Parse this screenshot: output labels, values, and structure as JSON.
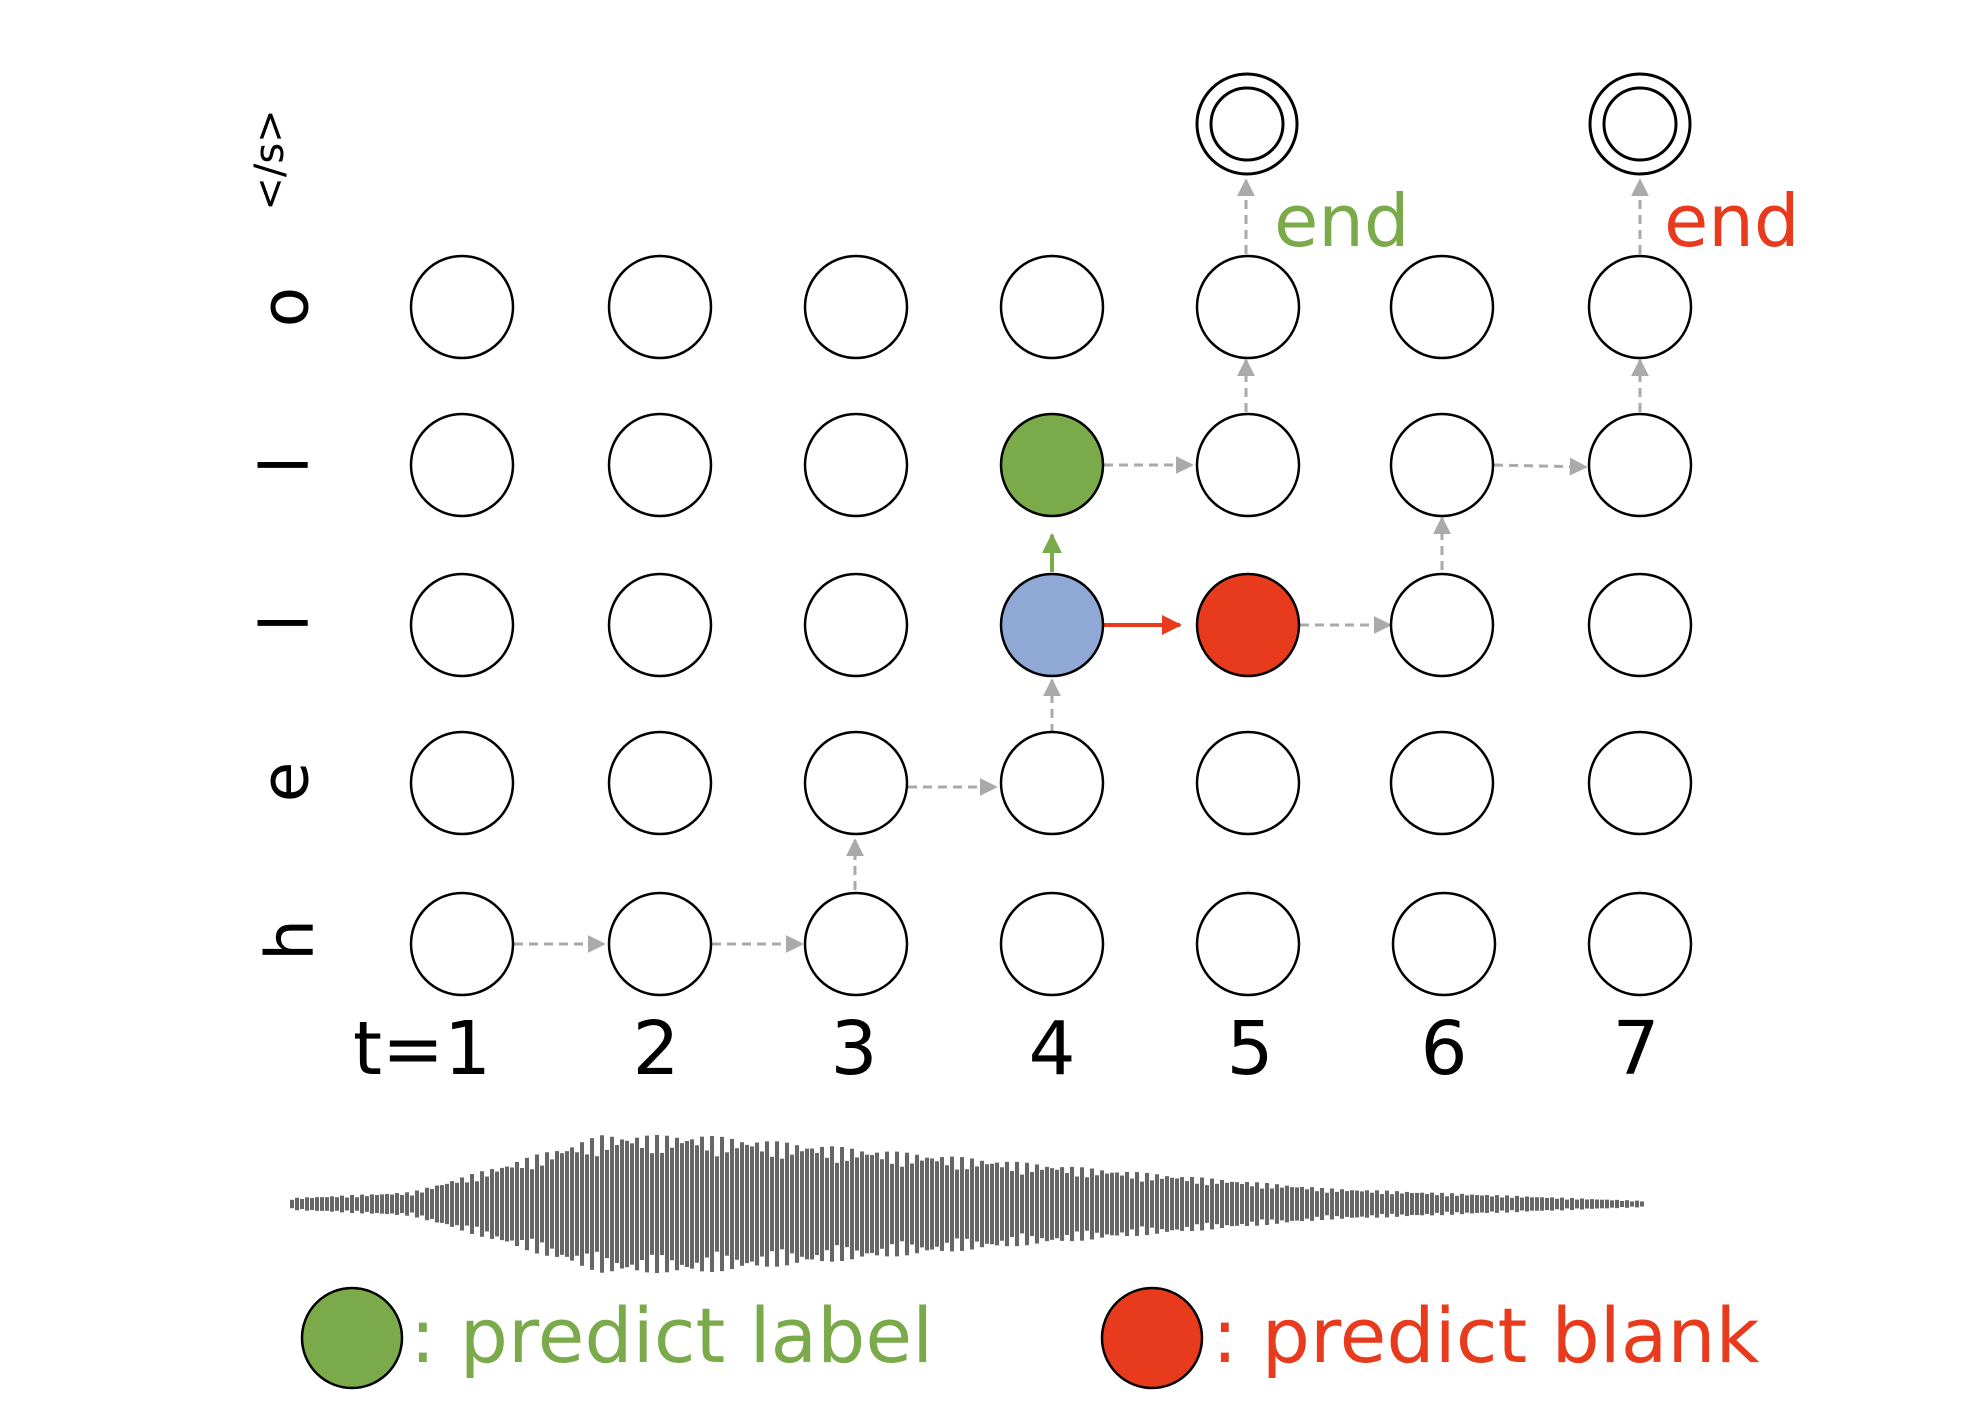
{
  "row_labels": [
    "h",
    "e",
    "l",
    "l",
    "o",
    "</s>"
  ],
  "time_labels": [
    "t=1",
    "2",
    "3",
    "4",
    "5",
    "6",
    "7"
  ],
  "end_labels": [
    {
      "text": "end",
      "color": "#7aaa4a"
    },
    {
      "text": "end",
      "color": "#e83a1c"
    }
  ],
  "legend": [
    {
      "text": ": predict label",
      "color": "#7aaa4a",
      "swatch": "#7aaa4a"
    },
    {
      "text": ": predict blank",
      "color": "#e83a1c",
      "swatch": "#e83a1c"
    }
  ],
  "colors": {
    "node_fill": "#ffffff",
    "node_stroke": "#000000",
    "current_node": "#8fa8d6",
    "label_node": "#7aaa4a",
    "blank_node": "#e83a1c",
    "path_arrow": "#aaaaaa",
    "waveform": "#666666"
  }
}
